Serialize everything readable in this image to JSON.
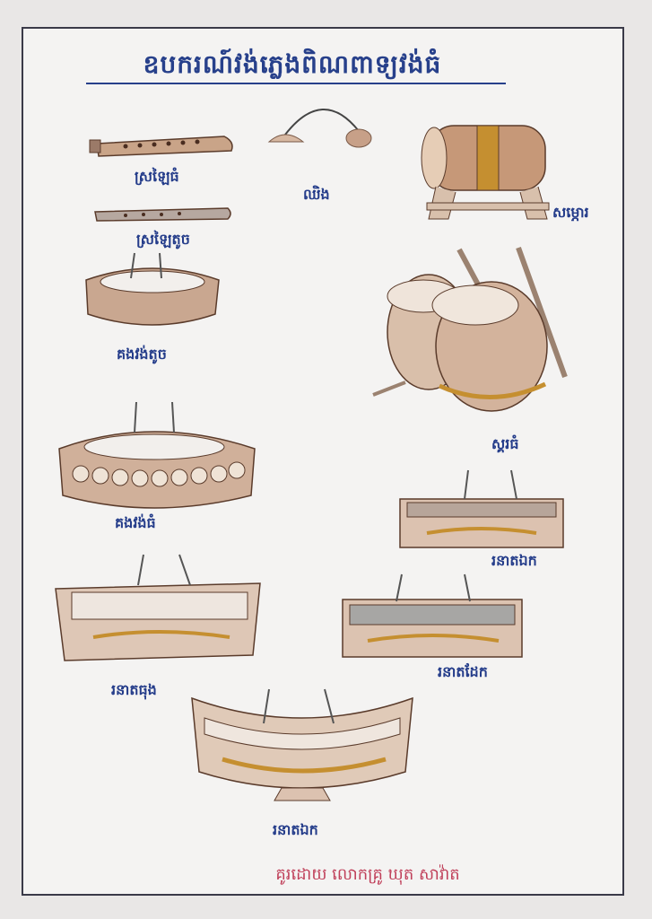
{
  "title": "ឧបករណ៍វង់ភ្លេងពិណពាទ្យវង់ធំ",
  "instruments": {
    "sralai_thom": "ស្រឡៃធំ",
    "chhing": "ឈិង",
    "samphor": "សម្ភោរ",
    "sralai_touch": "ស្រឡៃតូច",
    "kong_touch": "គងវង់តូច",
    "skor_thom": "ស្គរធំ",
    "kong_thom": "គងវង់ធំ",
    "roneat_ek_top": "រនាតឯក",
    "roneat_thung": "រនាតធុង",
    "roneat_dek": "រនាតដែក",
    "roneat_ek": "រនាតឯក"
  },
  "footer": "គូរដោយ លោកគ្រូ ឃុត សាវ៉ាត"
}
